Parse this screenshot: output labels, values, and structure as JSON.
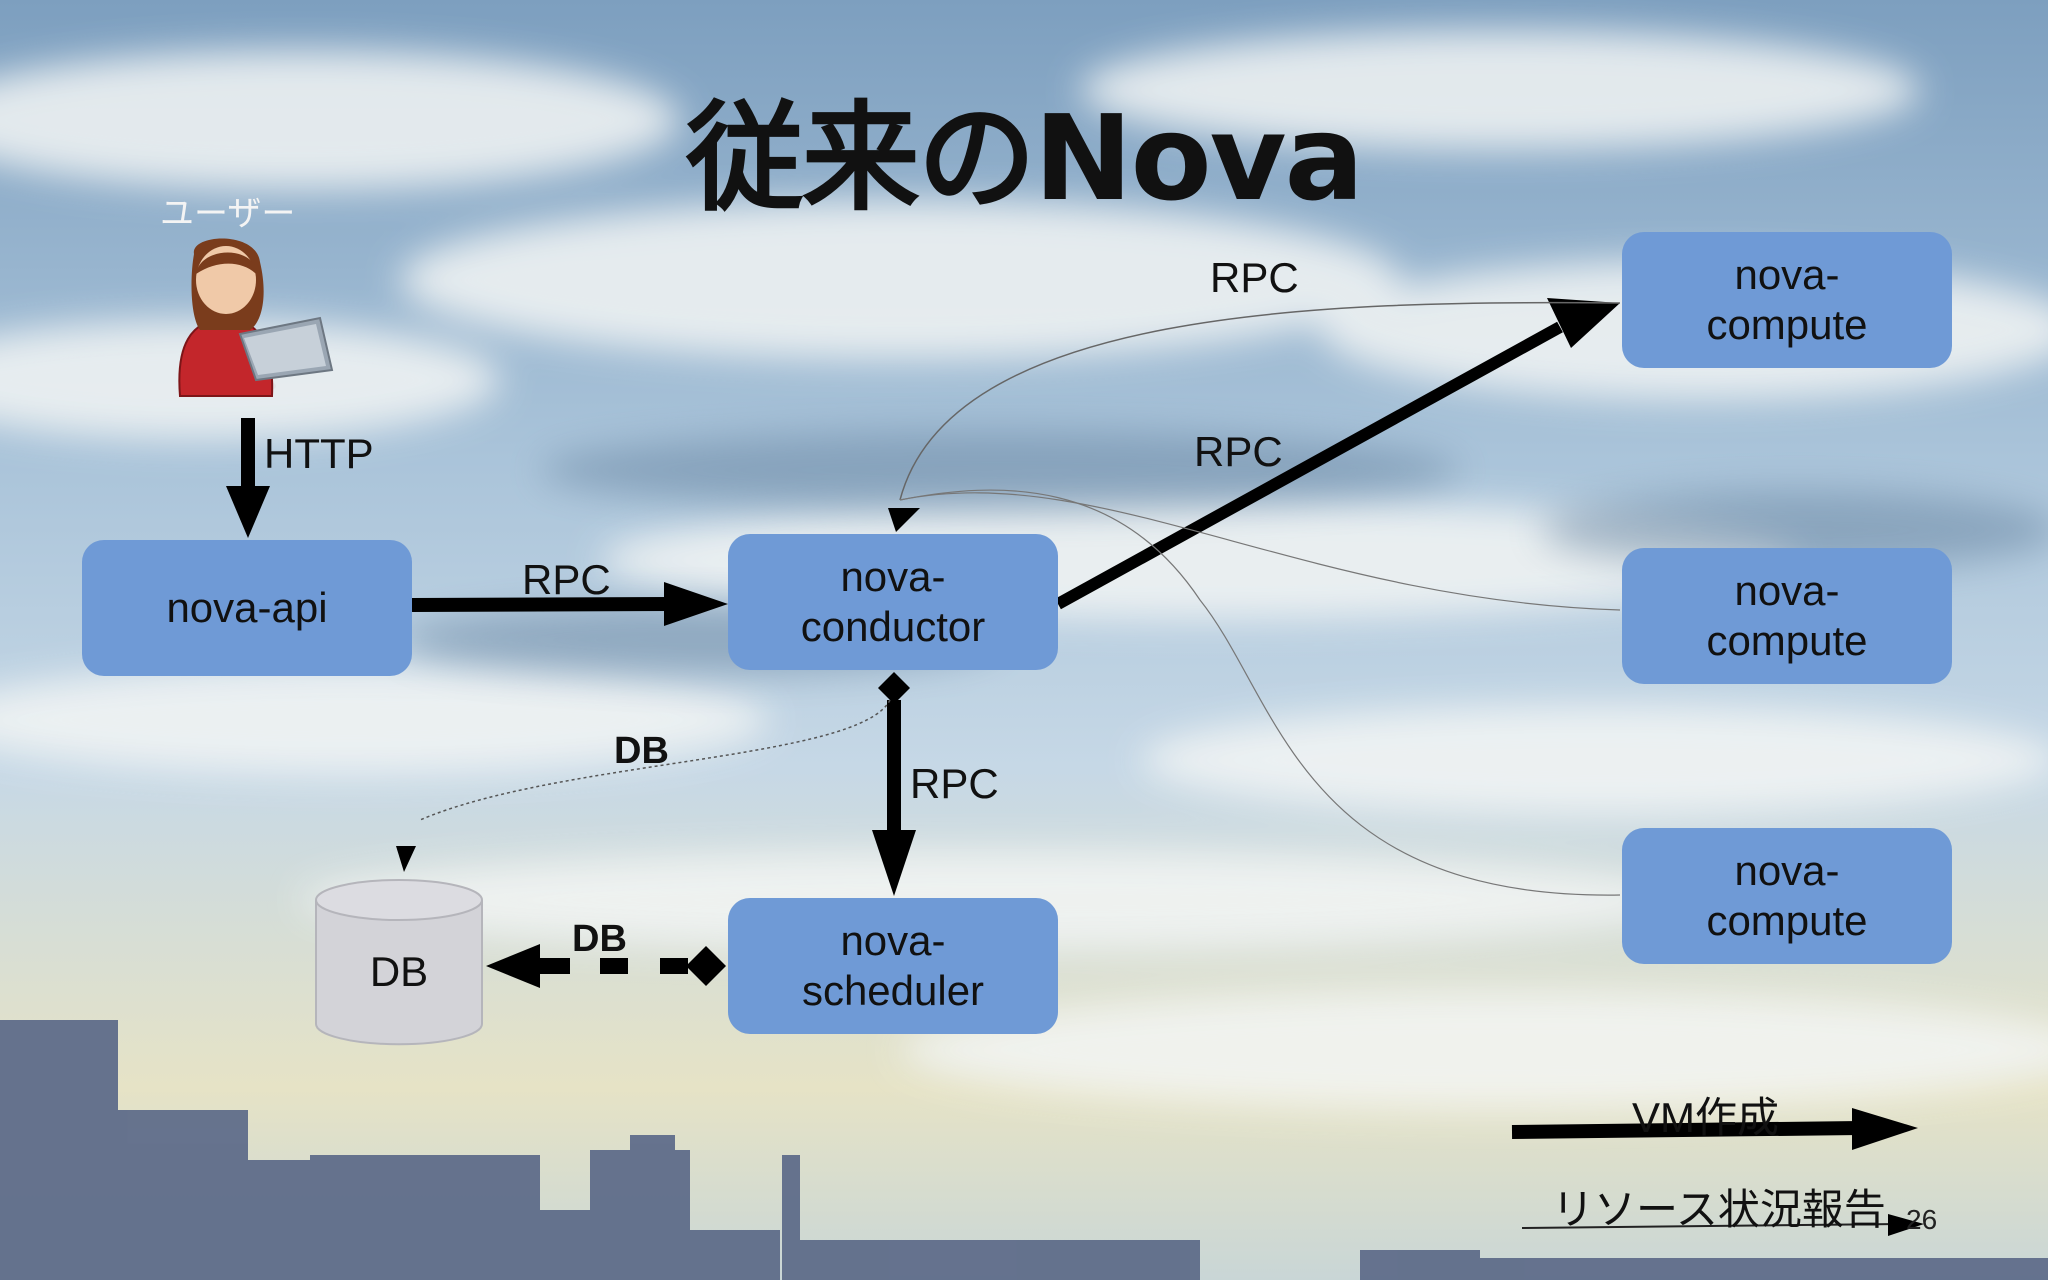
{
  "slide": {
    "title": "従来のNova",
    "page_number": "26"
  },
  "user": {
    "label": "ユーザー",
    "icon": "user-with-laptop-icon"
  },
  "nodes": {
    "api": "nova-api",
    "conductor": "nova-\nconductor",
    "scheduler": "nova-\nscheduler",
    "db": "DB",
    "compute1": "nova-\ncompute",
    "compute2": "nova-\ncompute",
    "compute3": "nova-\ncompute"
  },
  "edges": {
    "user_api": "HTTP",
    "api_conductor": "RPC",
    "conductor_compute": "RPC",
    "compute_report": "RPC",
    "conductor_scheduler": "RPC",
    "conductor_db": "DB",
    "scheduler_db": "DB"
  },
  "legend": {
    "vm_create": "VM作成",
    "resource_report": "リソース状況報告"
  },
  "colors": {
    "box": "#6f9ad6",
    "db": "#d3d3d8",
    "arrow": "#000000"
  }
}
